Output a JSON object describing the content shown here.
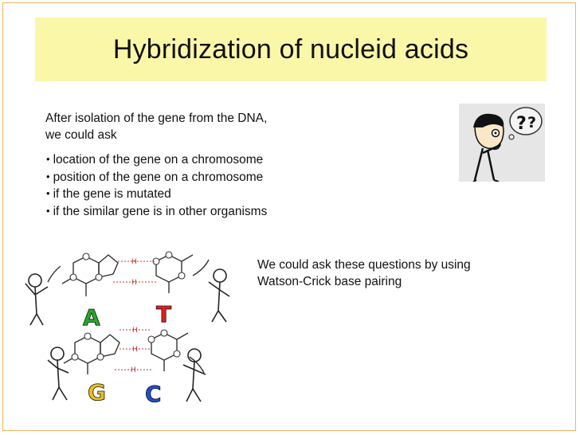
{
  "slide": {
    "title": "Hybridization of nucleid acids",
    "intro_lines": [
      "After isolation of the gene from the DNA,",
      "we could ask"
    ],
    "bullets": [
      "location of the gene on a chromosome",
      "position of the gene on a chromosome",
      "if the gene is mutated",
      "if the similar gene is in other organisms"
    ],
    "answer_lines": [
      "We could ask these questions by using",
      "Watson-Crick base pairing"
    ]
  },
  "diagram": {
    "bases": [
      "A",
      "T",
      "G",
      "C"
    ],
    "bond_label": "H",
    "base_colors": {
      "A": "#22aa22",
      "T": "#e02020",
      "G": "#e8c020",
      "C": "#2050c8"
    }
  },
  "icons": {
    "thinker": "thinking-person-icon",
    "question": "question-marks-icon"
  },
  "colors": {
    "title_background": "#fbf7a9",
    "frame_border": "#f0b45a"
  }
}
